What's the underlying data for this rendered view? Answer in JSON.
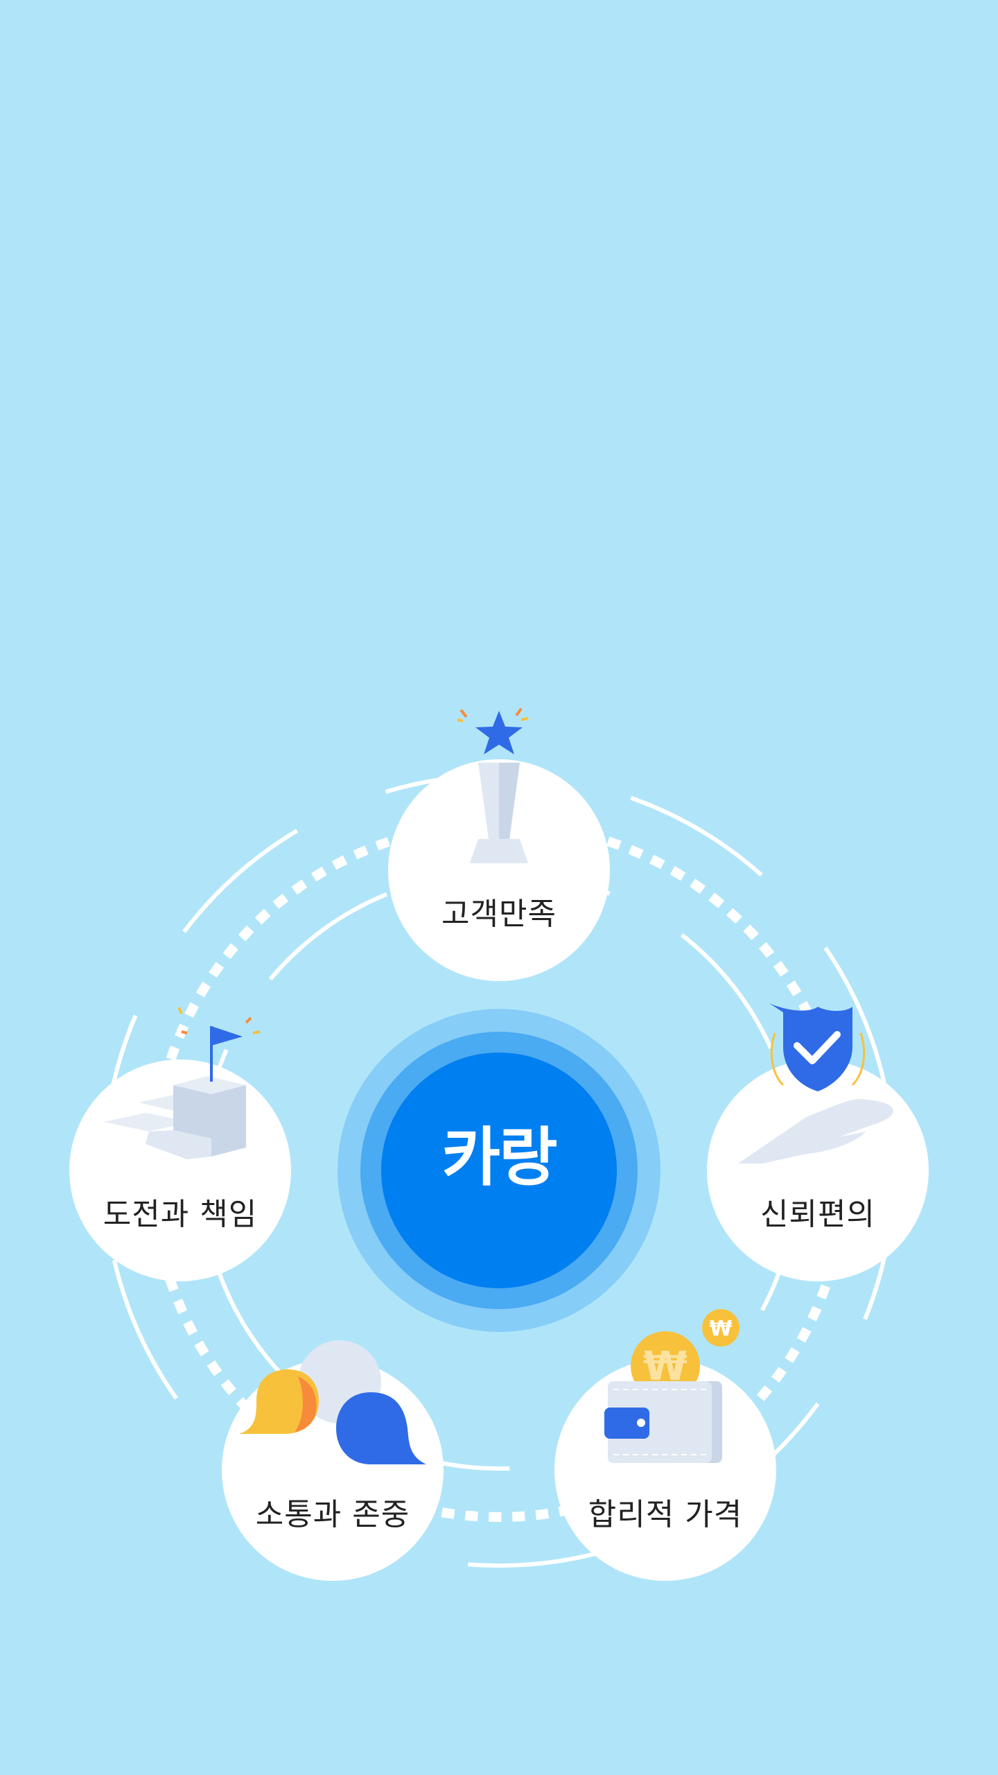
{
  "brand": {
    "name": "카랑"
  },
  "values": [
    {
      "label": "고객만족",
      "icon": "trophy-star-icon"
    },
    {
      "label": "신뢰편의",
      "icon": "shield-hand-icon"
    },
    {
      "label": "합리적 가격",
      "icon": "wallet-coin-icon"
    },
    {
      "label": "소통과 존중",
      "icon": "speech-bubbles-icon"
    },
    {
      "label": "도전과 책임",
      "icon": "stairs-flag-icon"
    }
  ],
  "colors": {
    "background": "#b0e5f9",
    "center_inner": "#007ff0",
    "center_mid": "#4aaaf2",
    "center_outer": "#86cdf7",
    "accent_blue": "#2f6be6",
    "coin_yellow": "#f7c13b"
  }
}
